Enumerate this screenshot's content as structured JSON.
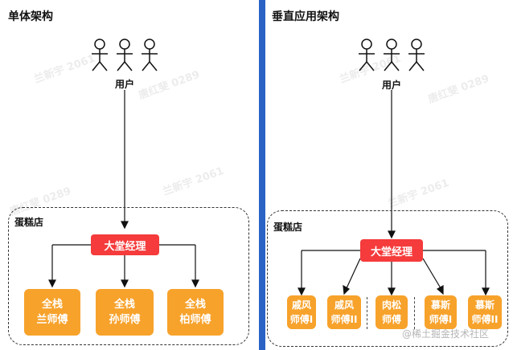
{
  "left": {
    "title": "单体架构",
    "users_label": "用户",
    "shop_label": "蛋糕店",
    "manager": "大堂经理",
    "chefs": [
      {
        "line1": "全栈",
        "line2": "兰师傅"
      },
      {
        "line1": "全栈",
        "line2": "孙师傅"
      },
      {
        "line1": "全栈",
        "line2": "柏师傅"
      }
    ]
  },
  "right": {
    "title": "垂直应用架构",
    "users_label": "用户",
    "shop_label": "蛋糕店",
    "manager": "大堂经理",
    "chefs": [
      {
        "line1": "戚风",
        "line2": "师傅I"
      },
      {
        "line1": "戚风",
        "line2": "师傅II"
      },
      {
        "line1": "肉松",
        "line2": "师傅"
      },
      {
        "line1": "慕斯",
        "line2": "师傅I"
      },
      {
        "line1": "慕斯",
        "line2": "师傅II"
      }
    ]
  },
  "watermarks": [
    "唐红斐 0289",
    "兰新宇 2061"
  ],
  "footer_watermark": "@稀土掘金技术社区",
  "colors": {
    "divider": "#2a63c5",
    "manager": "#f53b3b",
    "chef": "#f7a22b"
  }
}
